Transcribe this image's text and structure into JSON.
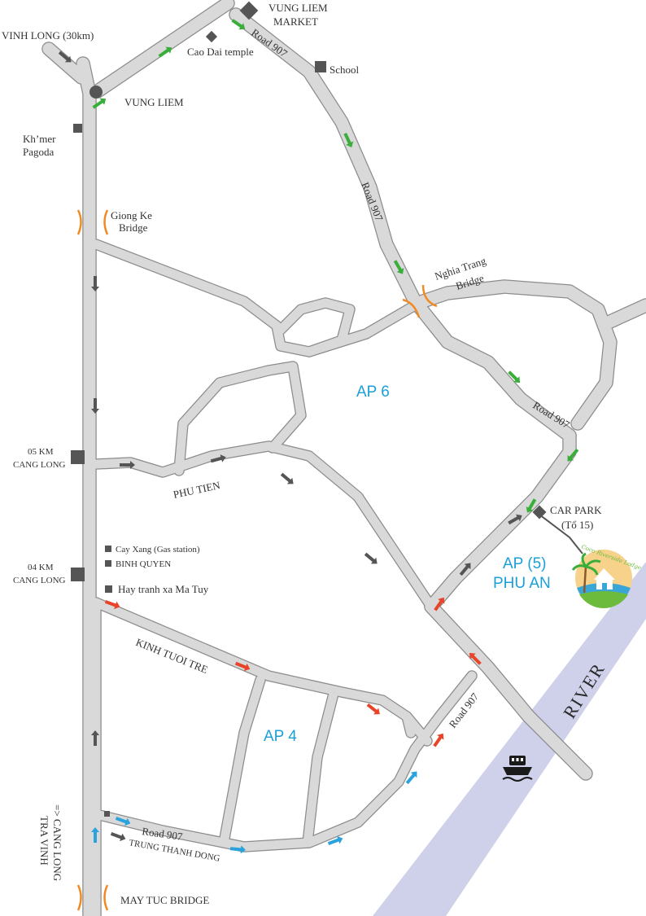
{
  "places": {
    "vinh_long": "VINH LONG (30km)",
    "vung_liem_market_1": "VUNG LIEM",
    "vung_liem_market_2": "MARKET",
    "cao_dai": "Cao Dai temple",
    "school": "School",
    "vung_liem": "VUNG LIEM",
    "khmer_1": "Kh’mer",
    "khmer_2": "Pagoda",
    "giong_ke_1": "Giong Ke",
    "giong_ke_2": "Bridge",
    "nghia_trang_1": "Nghia Trang",
    "nghia_trang_2": "Bridge",
    "km05_1": "05 KM",
    "km05_2": "CANG LONG",
    "km04_1": "04 KM",
    "km04_2": "CANG LONG",
    "gas_station": "Cay Xang (Gas station)",
    "binh_quyen": "BINH QUYEN",
    "hay_tranh": "Hay tranh xa Ma Tuy",
    "car_park_1": "CAR PARK",
    "car_park_2": "(Tổ 15)",
    "cang_long_tra_vinh_1": "=> CANG LONG",
    "cang_long_tra_vinh_2": "TRA VINH",
    "may_tuc": "MAY TUC BRIDGE"
  },
  "roads": {
    "road907_top": "Road 907",
    "road907_mid": "Road 907",
    "road907_right": "Road 907",
    "road907_lower": "Road 907",
    "road907_bottom": "Road 907",
    "phu_tien": "PHU TIEN",
    "kinh_tuoi_tre": "KINH TUOI TRE",
    "trung_thanh_dong": "TRUNG THANH DONG"
  },
  "areas": {
    "ap6": "AP 6",
    "ap5_1": "AP (5)",
    "ap5_2": "PHU AN",
    "ap4": "AP 4"
  },
  "river": {
    "label": "RIVER",
    "color": "#cfd0ea"
  },
  "logo": {
    "text": "Coco Riverside Lodge"
  },
  "colors": {
    "road_fill": "#d9d9d9",
    "road_edge": "#8c8c8c",
    "arrow_green": "#3aae3a",
    "arrow_gray": "#555555",
    "arrow_red": "#e8442a",
    "arrow_blue": "#2aa3dc",
    "bridge": "#f08a24",
    "area_text": "#1a9fd8"
  },
  "icons": [
    "boat-icon",
    "roundabout-icon",
    "landmark-square-icon",
    "bridge-bracket-icon",
    "direction-arrow-icon",
    "lodge-logo-icon"
  ]
}
